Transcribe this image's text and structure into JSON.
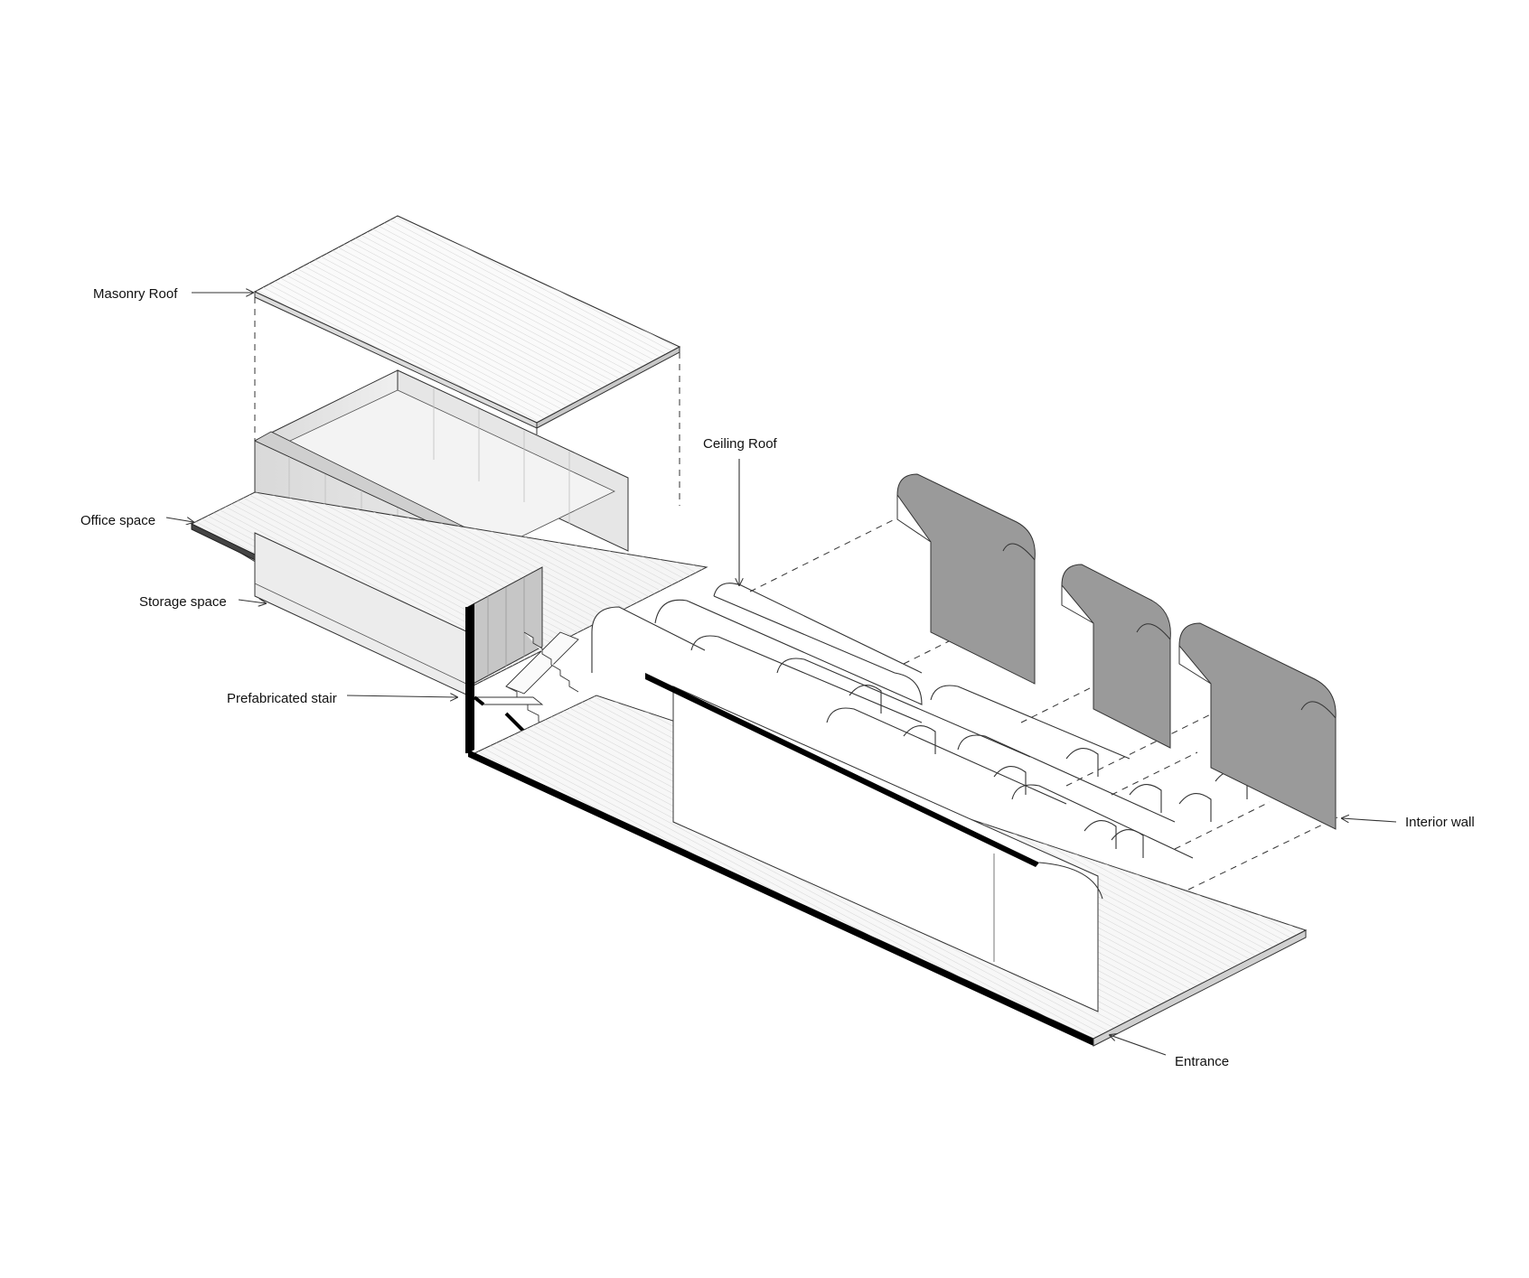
{
  "labels": {
    "masonry_roof": "Masonry Roof",
    "office_space": "Office space",
    "storage_space": "Storage space",
    "prefabricated_stair": "Prefabricated stair",
    "ceiling_roof": "Ceiling Roof",
    "interior_wall": "Interior wall",
    "entrance": "Entrance"
  },
  "colors": {
    "line": "#333333",
    "wall_fill": "#9a9a9a",
    "glass_fill": "#e4e4e4",
    "solid": "#000000"
  }
}
